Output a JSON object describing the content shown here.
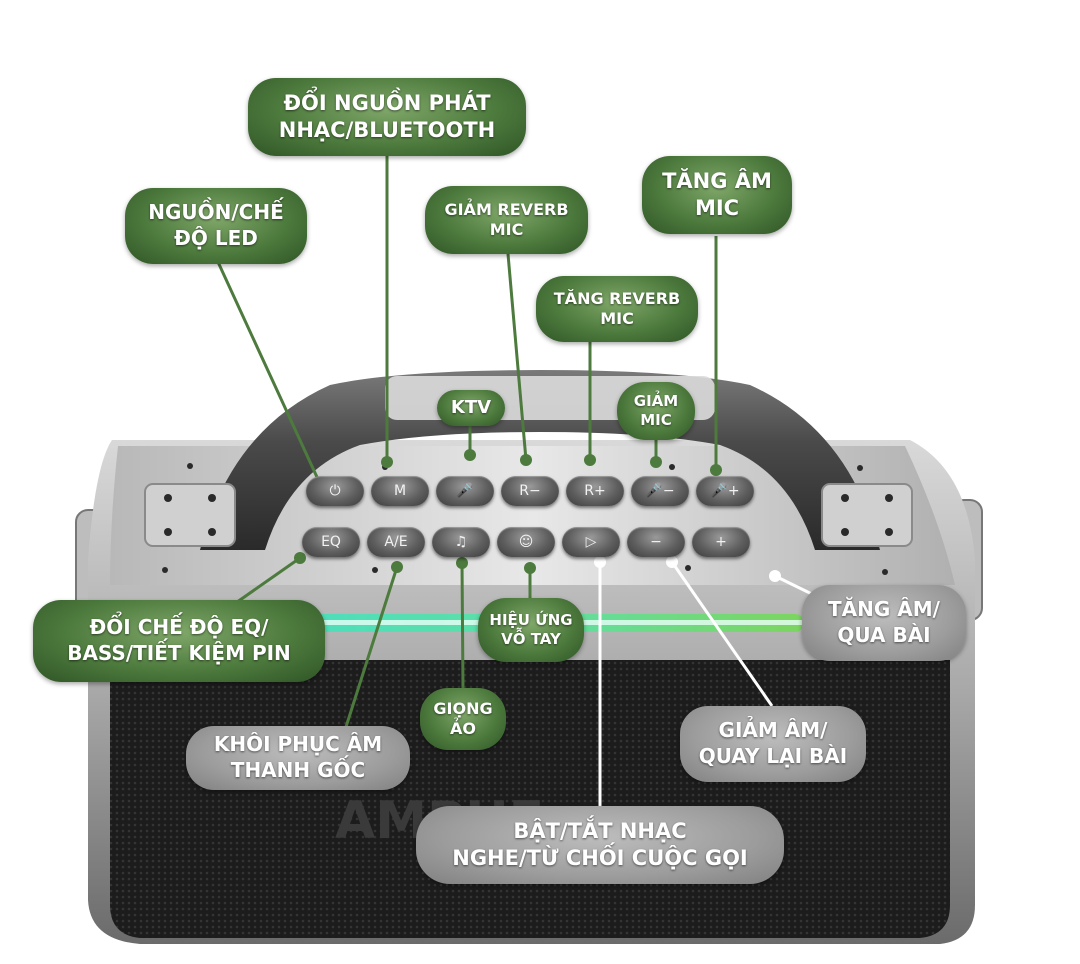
{
  "colors": {
    "label_green": "#4d7a3d",
    "label_gray": "#9c9c9c",
    "led_strip": "#3fe0c8"
  },
  "labels": {
    "nguon_phat": [
      "ĐỔI NGUỒN PHÁT",
      "NHẠC/BLUETOOTH"
    ],
    "nguon_led": [
      "NGUỒN/CHẾ",
      "ĐỘ LED"
    ],
    "giam_reverb": [
      "GIẢM REVERB",
      "MIC"
    ],
    "tang_am_mic": [
      "TĂNG ÂM",
      "MIC"
    ],
    "tang_reverb": [
      "TĂNG REVERB",
      "MIC"
    ],
    "ktv": [
      "KTV"
    ],
    "giam_mic": [
      "GIẢM",
      "MIC"
    ],
    "tang_am_qua_bai": [
      "TĂNG ÂM/",
      "QUA BÀI"
    ],
    "doi_eq": [
      "ĐỔI CHẾ ĐỘ EQ/",
      "BASS/TIẾT KIỆM PIN"
    ],
    "hieu_ung": [
      "HIỆU ỨNG",
      "VỖ TAY"
    ],
    "giong_ao": [
      "GIỌNG",
      "ẢO"
    ],
    "khoi_phuc": [
      "KHÔI PHỤC ÂM",
      "THANH GỐC"
    ],
    "giam_am": [
      "GIẢM ÂM/",
      "QUAY LẠI BÀI"
    ],
    "bat_tat": [
      "BẬT/TẮT NHẠC",
      "NGHE/TỪ CHỐI CUỘC GỌI"
    ]
  },
  "buttons_top": [
    {
      "icon": "power-icon",
      "glyph": "⏻"
    },
    {
      "icon": "mode-icon",
      "glyph": "M"
    },
    {
      "icon": "mic-icon",
      "glyph": "🎤"
    },
    {
      "icon": "reverb-minus-icon",
      "glyph": "R−"
    },
    {
      "icon": "reverb-plus-icon",
      "glyph": "R+"
    },
    {
      "icon": "mic-minus-icon",
      "glyph": "🎤−"
    },
    {
      "icon": "mic-plus-icon",
      "glyph": "🎤+"
    }
  ],
  "buttons_bottom": [
    {
      "icon": "eq-icon",
      "glyph": "EQ"
    },
    {
      "icon": "ae-icon",
      "glyph": "A/E"
    },
    {
      "icon": "music-note-icon",
      "glyph": "♫"
    },
    {
      "icon": "smile-icon",
      "glyph": "☺"
    },
    {
      "icon": "play-icon",
      "glyph": "▷"
    },
    {
      "icon": "minus-icon",
      "glyph": "−"
    },
    {
      "icon": "plus-icon",
      "glyph": "+"
    }
  ],
  "brand_watermark": "AMPHE"
}
